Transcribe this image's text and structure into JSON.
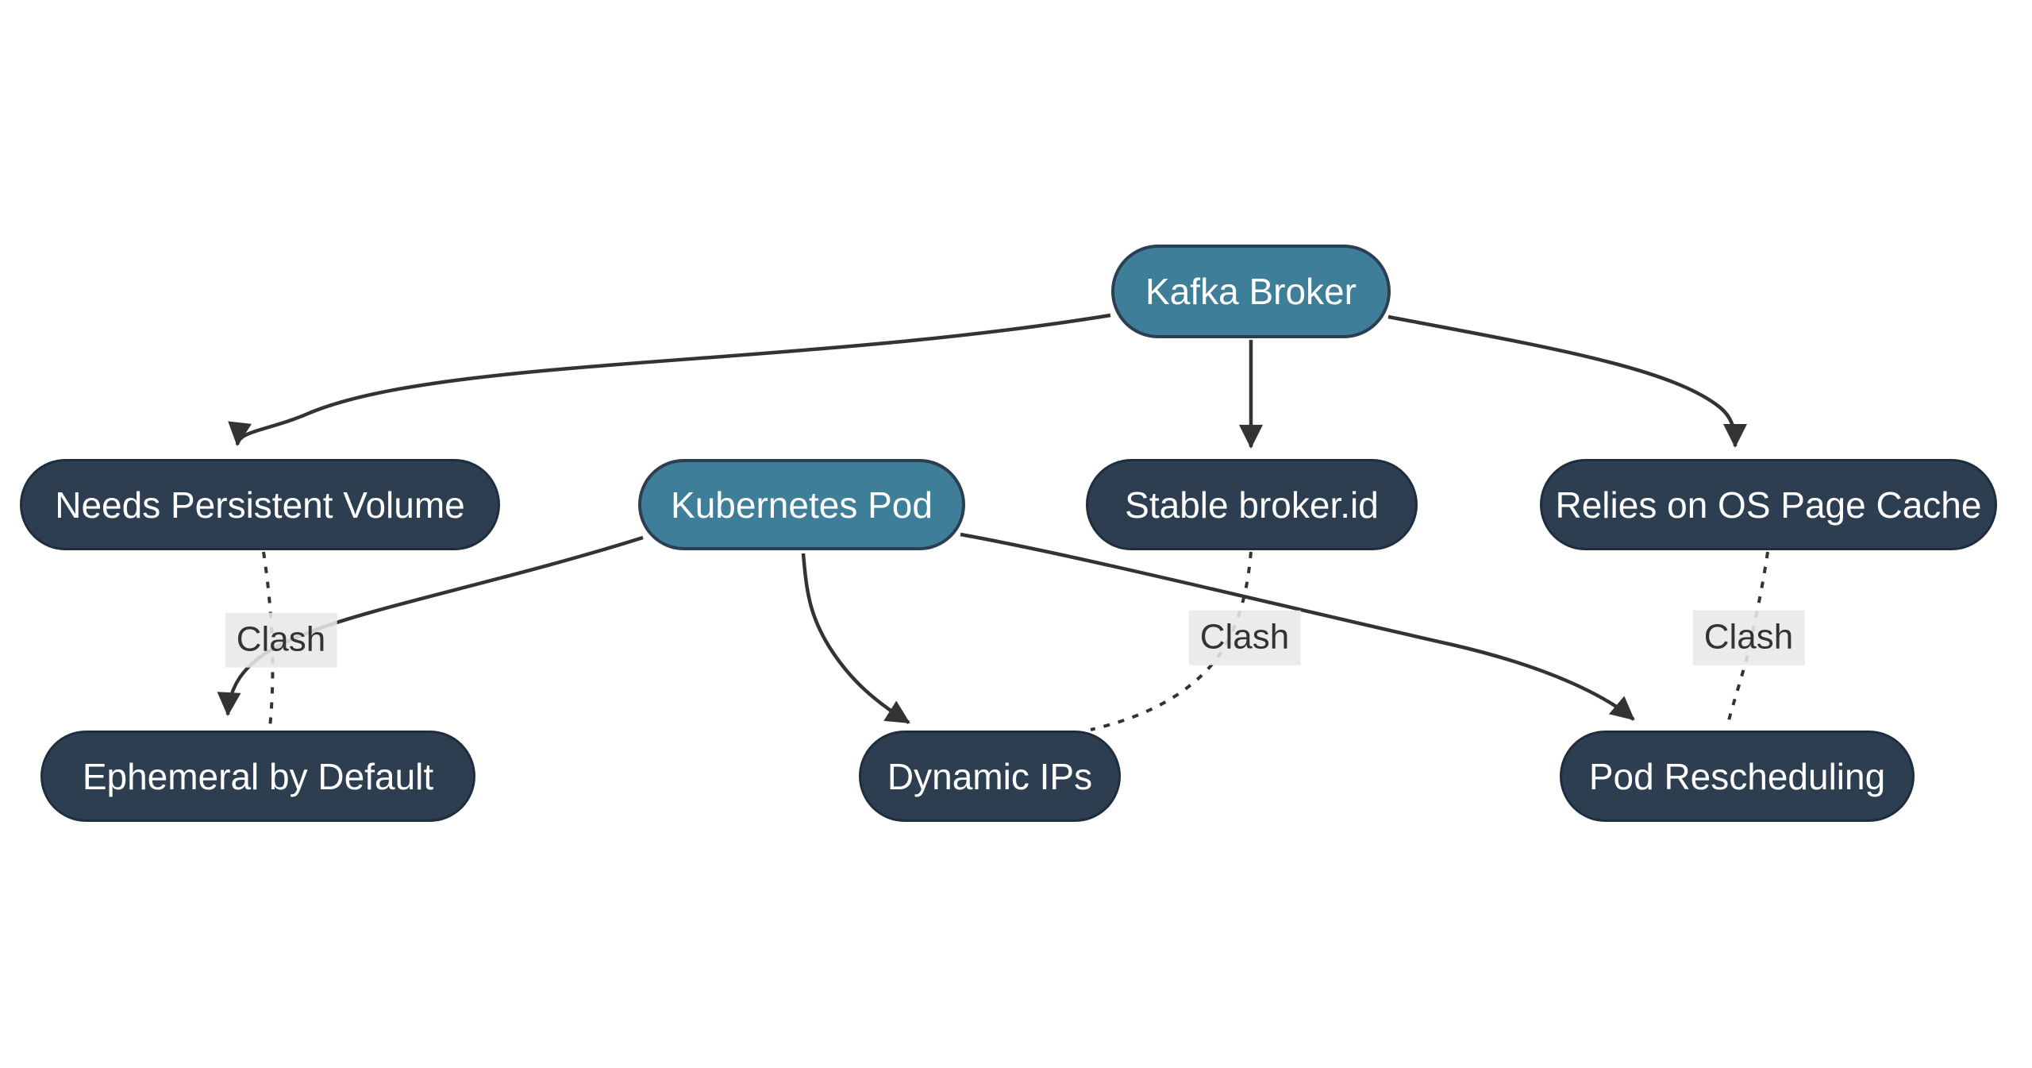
{
  "diagram": {
    "type": "flowchart",
    "background": "#ffffff",
    "colors": {
      "node_primary_fill": "#3e7e98",
      "node_primary_border": "#2b3e52",
      "node_dark_fill": "#2d3e50",
      "node_dark_border": "#1f2e3e",
      "node_text": "#ffffff",
      "edge": "#333333",
      "edge_label_text": "#333333",
      "edge_label_bg": "#e8e8e8"
    },
    "nodes": {
      "kafka_broker": {
        "label": "Kafka Broker",
        "style": "primary"
      },
      "kubernetes_pod": {
        "label": "Kubernetes Pod",
        "style": "primary"
      },
      "needs_persistent_volume": {
        "label": "Needs Persistent Volume",
        "style": "dark"
      },
      "stable_broker_id": {
        "label": "Stable broker.id",
        "style": "dark"
      },
      "relies_os_page_cache": {
        "label": "Relies on OS Page Cache",
        "style": "dark"
      },
      "ephemeral_by_default": {
        "label": "Ephemeral by Default",
        "style": "dark"
      },
      "dynamic_ips": {
        "label": "Dynamic IPs",
        "style": "dark"
      },
      "pod_rescheduling": {
        "label": "Pod Rescheduling",
        "style": "dark"
      }
    },
    "edges": [
      {
        "from": "kafka_broker",
        "to": "needs_persistent_volume",
        "style": "solid-arrow",
        "label": ""
      },
      {
        "from": "kafka_broker",
        "to": "stable_broker_id",
        "style": "solid-arrow",
        "label": ""
      },
      {
        "from": "kafka_broker",
        "to": "relies_os_page_cache",
        "style": "solid-arrow",
        "label": ""
      },
      {
        "from": "kubernetes_pod",
        "to": "ephemeral_by_default",
        "style": "solid-arrow",
        "label": ""
      },
      {
        "from": "kubernetes_pod",
        "to": "dynamic_ips",
        "style": "solid-arrow",
        "label": ""
      },
      {
        "from": "kubernetes_pod",
        "to": "pod_rescheduling",
        "style": "solid-arrow",
        "label": ""
      },
      {
        "from": "needs_persistent_volume",
        "to": "ephemeral_by_default",
        "style": "dotted",
        "label": "Clash"
      },
      {
        "from": "stable_broker_id",
        "to": "dynamic_ips",
        "style": "dotted",
        "label": "Clash"
      },
      {
        "from": "relies_os_page_cache",
        "to": "pod_rescheduling",
        "style": "dotted",
        "label": "Clash"
      }
    ]
  }
}
